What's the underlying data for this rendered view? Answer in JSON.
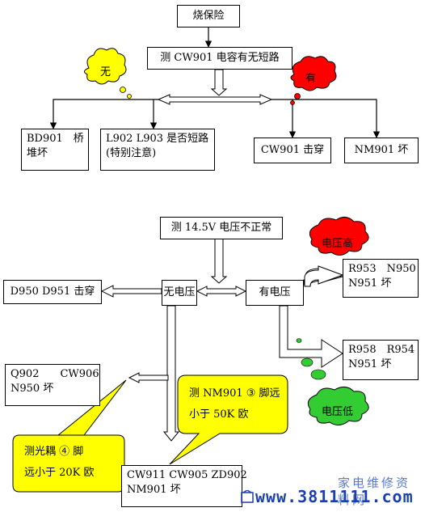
{
  "top": {
    "start": "烧保险",
    "test": "测 CW901 电容有无短路",
    "no_cloud": "无",
    "yes_cloud": "有",
    "results": {
      "bd901_line1": "BD901　桥",
      "bd901_line2": "堆坏",
      "l902_line1": "L902  L903 是否短路",
      "l902_line2": "(特别注意)",
      "cw901": "CW901 击穿",
      "nm901": "NM901 坏"
    }
  },
  "bottom": {
    "test": "测 14.5V 电压不正常",
    "d950": "D950 D951 击穿",
    "no_voltage": "无电压",
    "has_voltage": "有电压",
    "high_cloud": "电压高",
    "low_cloud": "电压低",
    "high_result_line1": "R953　N950",
    "high_result_line2": "N951 坏",
    "low_result_line1": "R958　R954",
    "low_result_line2": "N951 坏",
    "q902_line1": "Q902　　CW906",
    "q902_line2": "N950 坏",
    "callout_optocoupler_line1": "测光耦 ④ 脚",
    "callout_optocoupler_line2": "远小于 20K 欧",
    "callout_nm901_line1": "测 NM901 ③ 脚远",
    "callout_nm901_line2": "小于 50K 欧",
    "final_line1": "CW911 CW905 ZD902",
    "final_line2": "NM901 坏"
  },
  "watermark": {
    "url": "www.3811111.com",
    "cn": "家电维修资料网"
  },
  "colors": {
    "cloud_red": "#ff0000",
    "cloud_yellow": "#ffff00",
    "cloud_green": "#33cc33",
    "callout_yellow": "#ffff00",
    "watermark_blue": "#1a3fb0"
  }
}
